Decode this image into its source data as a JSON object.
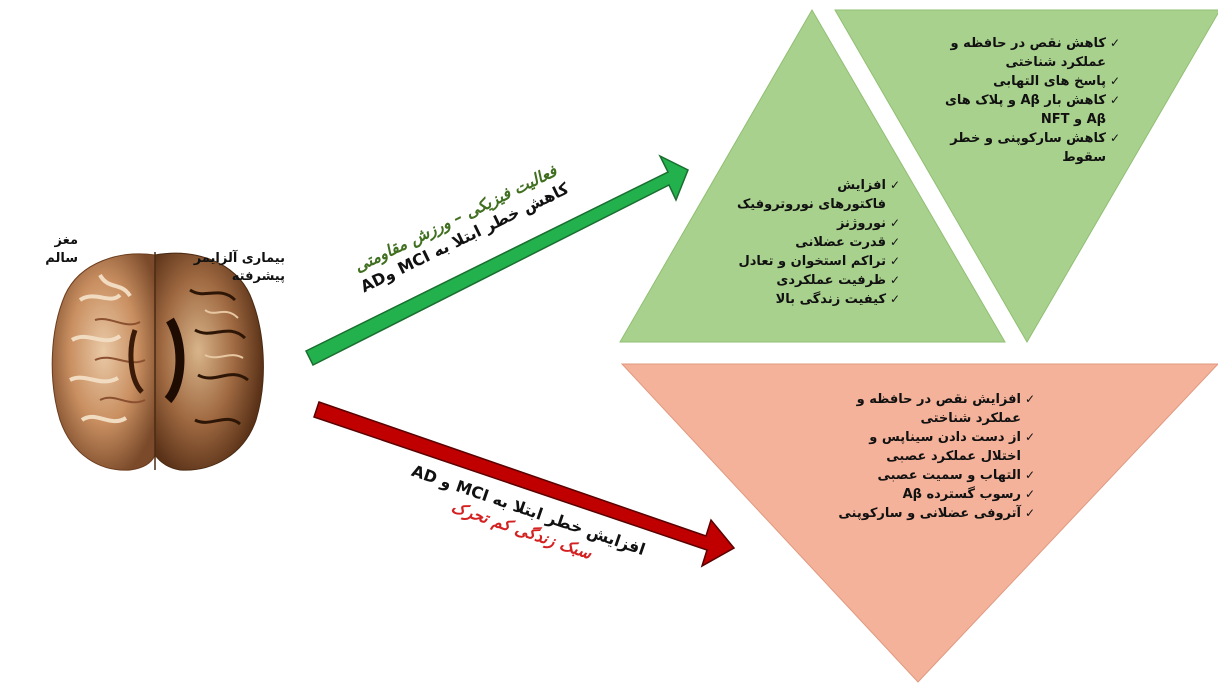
{
  "brain": {
    "healthy_label": "مغز سالم",
    "alzheimer_label": "بیماری آلزایمر\nپیشرفته"
  },
  "green_arrow": {
    "line1": "فعالیت فیزیکی – ورزش مقاومتی",
    "line2": "کاهش خطر ابتلا به MCI وAD",
    "line1_color": "#3f6f1f",
    "fill_color": "#22b14c"
  },
  "red_arrow": {
    "line1": "افزایش خطر ابتلا به MCI و AD",
    "line2": "سبک زندگی کم تحرک",
    "line2_color": "#d42020",
    "fill_color": "#c00000"
  },
  "green_up_triangle": {
    "color": "#a9d18e",
    "items": [
      "افزایش\nفاکتورهای نوروتروفیک",
      "نوروژنز",
      "قدرت عضلانی",
      "تراکم استخوان و تعادل",
      "ظرفیت عملکردی",
      "کیفیت زندگی بالا"
    ]
  },
  "green_down_triangle": {
    "color": "#a9d18e",
    "items": [
      "کاهش نقص در حافظه و\nعملکرد شناختی",
      "پاسخ های التهابی",
      "کاهش بار Aβ و پلاک های\nAβ و NFT",
      "کاهش سارکوپنی و خطر\nسقوط"
    ]
  },
  "red_down_triangle": {
    "color": "#f4b29a",
    "items": [
      "افزایش نقص در حافظه و\nعملکرد شناختی",
      "از دست دادن سیناپس و\nاختلال عملکرد عصبی",
      "التهاب و سمیت عصبی",
      "رسوب گسترده Aβ",
      "آتروفی عضلانی و سارکوپنی"
    ]
  },
  "check_icon": "✓"
}
